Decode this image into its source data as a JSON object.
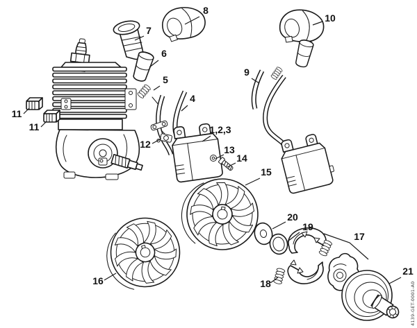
{
  "figure": {
    "drawing_number": "4139-GET-0001-A0",
    "background_color": "#ffffff",
    "line_color": "#1a1a1a",
    "label_color": "#111111"
  },
  "callouts": [
    {
      "label": "1,2,3"
    },
    {
      "label": "4"
    },
    {
      "label": "5"
    },
    {
      "label": "6"
    },
    {
      "label": "7"
    },
    {
      "label": "8"
    },
    {
      "label": "9"
    },
    {
      "label": "10"
    },
    {
      "label": "11"
    },
    {
      "label": "11"
    },
    {
      "label": "12"
    },
    {
      "label": "13"
    },
    {
      "label": "14"
    },
    {
      "label": "15"
    },
    {
      "label": "16"
    },
    {
      "label": "17"
    },
    {
      "label": "18"
    },
    {
      "label": "19"
    },
    {
      "label": "20"
    },
    {
      "label": "21"
    }
  ]
}
